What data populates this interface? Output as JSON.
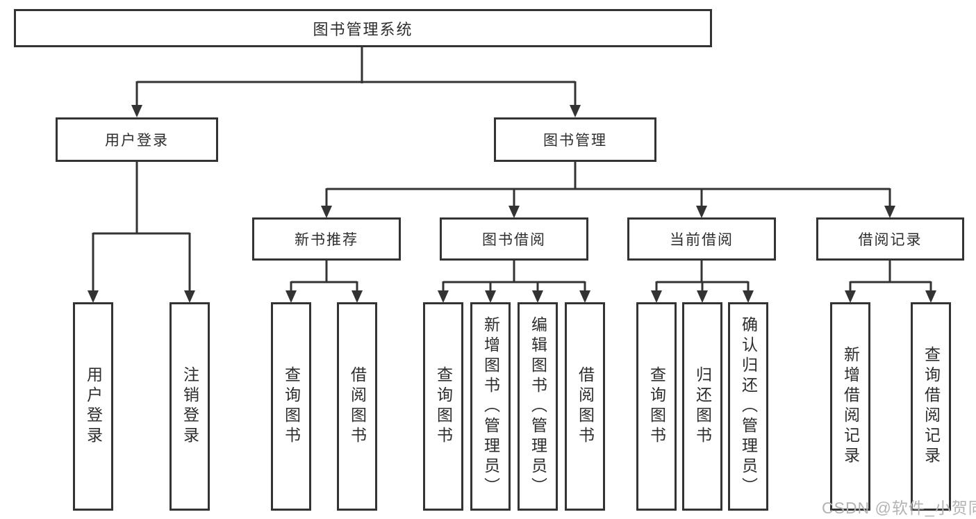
{
  "tree": {
    "root": {
      "label": "图书管理系统"
    },
    "branches": [
      {
        "label": "用户登录",
        "children": [
          {
            "label": "用户登录"
          },
          {
            "label": "注销登录"
          }
        ]
      },
      {
        "label": "图书管理",
        "children": [
          {
            "label": "新书推荐",
            "children": [
              {
                "label": "查询图书"
              },
              {
                "label": "借阅图书"
              }
            ]
          },
          {
            "label": "图书借阅",
            "children": [
              {
                "label": "查询图书"
              },
              {
                "label": "新增图书（管理员）"
              },
              {
                "label": "编辑图书（管理员）"
              },
              {
                "label": "借阅图书"
              }
            ]
          },
          {
            "label": "当前借阅",
            "children": [
              {
                "label": "查询图书"
              },
              {
                "label": "归还图书"
              },
              {
                "label": "确认归还（管理员）"
              }
            ]
          },
          {
            "label": "借阅记录",
            "children": [
              {
                "label": "新增借阅记录"
              },
              {
                "label": "查询借阅记录"
              }
            ]
          }
        ]
      }
    ]
  },
  "watermark": {
    "text": "CSDN @软件_小贺同学"
  },
  "colors": {
    "line": "#333333",
    "text": "#2d2d2d",
    "box_bg": "#ffffff",
    "watermark": "#b3b3b3"
  }
}
